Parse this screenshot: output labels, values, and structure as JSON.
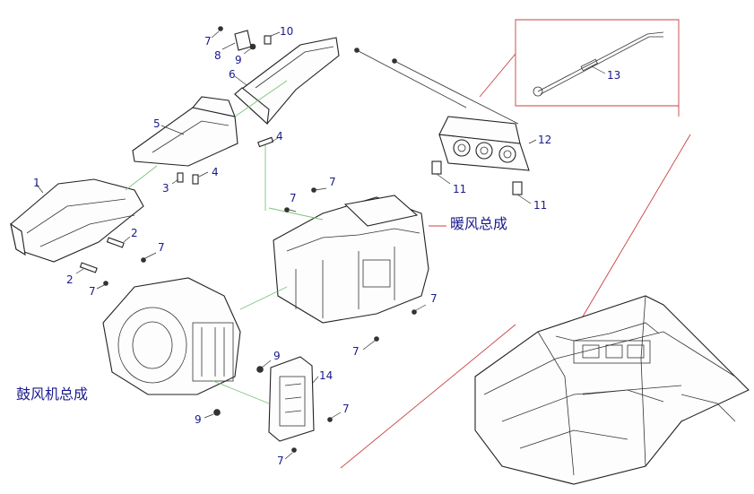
{
  "labels": {
    "p1": "1",
    "p2a": "2",
    "p2b": "2",
    "p3": "3",
    "p4a": "4",
    "p4b": "4",
    "p5": "5",
    "p6": "6",
    "p7a": "7",
    "p7b": "7",
    "p7c": "7",
    "p7d": "7",
    "p7e": "7",
    "p7f": "7",
    "p7g": "7",
    "p7h": "7",
    "p7i": "7",
    "p8": "8",
    "p9a": "9",
    "p9b": "9",
    "p9c": "9",
    "p10": "10",
    "p11a": "11",
    "p11b": "11",
    "p12": "12",
    "p13": "13",
    "p14": "14"
  },
  "assemblies": {
    "heater": "暖风总成",
    "blower": "鼓风机总成"
  },
  "colors": {
    "label_text": "#1a1a8c",
    "leader_green": "#7cc47c",
    "callout_red": "#c84040",
    "line_art": "#222222"
  }
}
